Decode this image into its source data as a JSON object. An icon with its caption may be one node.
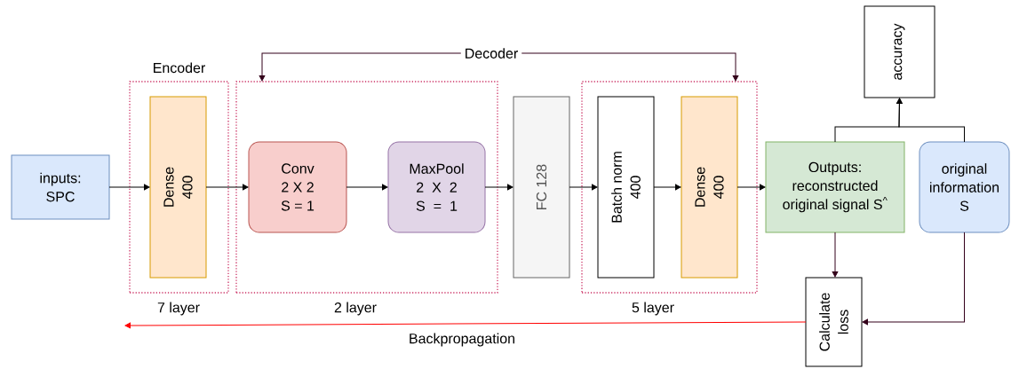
{
  "diagram": {
    "nodes": [
      {
        "text": [
          "inputs: SPC"
        ]
      },
      {
        "text": [
          "Encoder"
        ],
        "beside": [
          "7 layer"
        ]
      },
      {
        "text": [
          "Dense 400"
        ],
        "in": 1
      },
      {
        "text": [],
        "shape": "box",
        "beside": [
          "2 layer"
        ]
      },
      {
        "text": [
          "Conv 2 X 2 S = 1"
        ],
        "in": 3
      },
      {
        "text": [
          "MaxPool 2 X 2 S = 1"
        ],
        "in": 3
      },
      {
        "text": [
          "FC 128"
        ]
      },
      {
        "text": [],
        "shape": "box",
        "beside": [
          "5 layer"
        ]
      },
      {
        "text": [
          "Batch norm 400"
        ],
        "in": 7
      },
      {
        "text": [
          "Dense 400"
        ],
        "in": 7
      },
      {
        "text": [
          "Outputs: reconstructed original signal S$^{^}$"
        ]
      },
      {
        "text": [
          "original information S"
        ]
      },
      {
        "text": [
          "accuracy"
        ]
      },
      {
        "text": [
          "Calculate loss"
        ]
      },
      {
        "text": [
          "Decoder"
        ]
      }
    ],
    "edges": [
      {
        "from": 0,
        "to": 2,
        "arrow": "to"
      },
      {
        "from": 2,
        "to": 4,
        "arrow": "to"
      },
      {
        "from": 4,
        "to": 5,
        "arrow": "to"
      },
      {
        "from": 5,
        "to": 6,
        "arrow": "to"
      },
      {
        "from": 6,
        "to": 8,
        "arrow": "to"
      },
      {
        "from": 8,
        "to": 9,
        "arrow": "to"
      },
      {
        "from": 9,
        "to": 10,
        "arrow": "to"
      },
      {
        "from": 10,
        "to": 12,
        "arrow": "to"
      },
      {
        "from": 11,
        "to": 12,
        "arrow": "to"
      },
      {
        "from": 10,
        "to": 13,
        "arrow": "to",
        "color": "#33001a"
      },
      {
        "from": 11,
        "to": 13,
        "arrow": "to",
        "color": "#33001a"
      },
      {
        "from": 14,
        "to": 3,
        "arrow": "to",
        "color": "#33001a"
      },
      {
        "from": 14,
        "to": 7,
        "arrow": "to",
        "color": "#33001a"
      },
      {
        "from": 13,
        "to": null,
        "arrow": "to",
        "color": "#ff0000",
        "label": "Backpropagation"
      }
    ]
  }
}
